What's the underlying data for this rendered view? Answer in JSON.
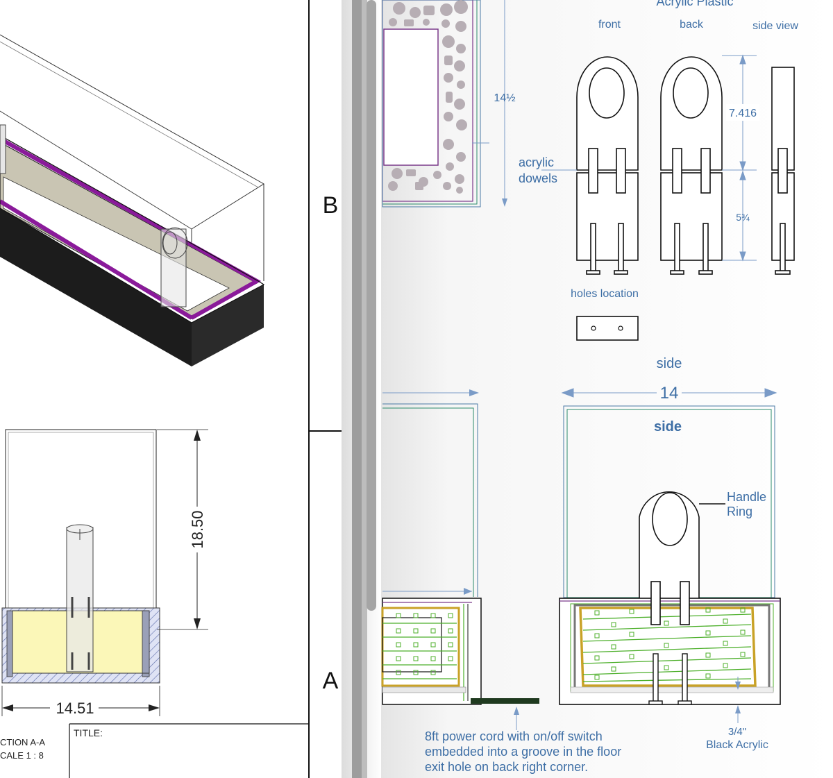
{
  "left_sheet": {
    "zone_b": "B",
    "zone_a": "A",
    "dim_height": "18.50",
    "dim_width": "14.51",
    "section_label": "CTION A-A",
    "scale_label": "CALE 1 : 8",
    "title_label": "TITLE:"
  },
  "right_sheet": {
    "top_heading": "Acrylic Plastic",
    "view_front": "front",
    "view_back": "back",
    "view_side": "side view",
    "dim_top": "14½",
    "dim_upper": "7.416",
    "dim_lower": "5¾",
    "acrylic_dowels_line1": "acrylic",
    "acrylic_dowels_line2": "dowels",
    "holes_location": "holes location",
    "side_title": "side",
    "side_width": "14",
    "side_inner_title": "side",
    "handle_ring_line1": "Handle",
    "handle_ring_line2": "Ring",
    "black_acrylic_line1": "3/4\"",
    "black_acrylic_line2": "Black Acrylic",
    "power_note_line1": "8ft power cord with on/off switch",
    "power_note_line2": "embedded into a groove in the floor",
    "power_note_line3": "exit hole on back right corner."
  },
  "colors": {
    "annotation_blue": "#3d6ea5",
    "purple_trim": "#8a1a9a",
    "led_green": "#4caf2a",
    "glass_yellow": "#fbf7b8",
    "tinted_panel": "#c9c5b3",
    "black_base": "#1c1c1c"
  }
}
